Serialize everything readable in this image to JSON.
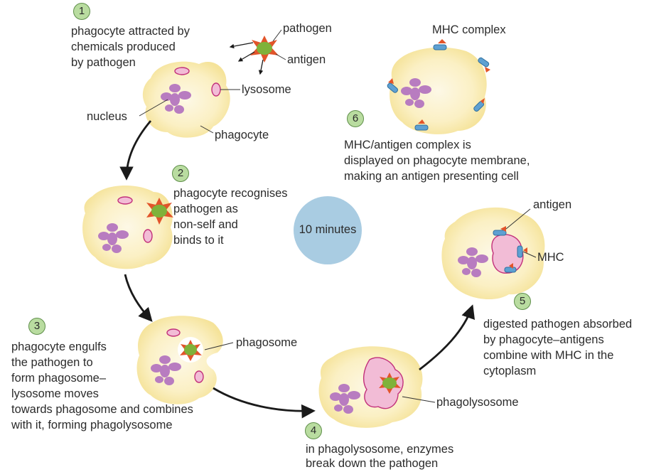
{
  "colors": {
    "cell_fill": "#fbf0bf",
    "cell_inner": "#fdf8e3",
    "nucleus": "#b87cc0",
    "lysosome_fill": "#f2bcd6",
    "lysosome_stroke": "#c2307a",
    "pathogen": "#7fb23a",
    "antigen": "#e2542a",
    "mhc": "#5ea0d2",
    "step_badge": "#b9dca0",
    "timer_circle": "#a9cce2",
    "arrow": "#1a1a1a"
  },
  "steps": [
    {
      "number": "1",
      "text": [
        "phagocyte attracted by",
        "chemicals produced",
        "by pathogen"
      ]
    },
    {
      "number": "2",
      "text": [
        "phagocyte recognises",
        "pathogen as",
        "non-self and",
        "binds to it"
      ]
    },
    {
      "number": "3",
      "text": [
        "phagocyte engulfs",
        "the pathogen to",
        "form phagosome–",
        "lysosome moves",
        "towards phagosome and combines",
        "with it, forming phagolysosome"
      ]
    },
    {
      "number": "4",
      "text": [
        "in phagolysosome, enzymes",
        "break down the pathogen"
      ]
    },
    {
      "number": "5",
      "text": [
        "digested pathogen absorbed",
        "by phagocyte–antigens",
        "combine with MHC in the",
        "cytoplasm"
      ]
    },
    {
      "number": "6",
      "text": [
        "MHC/antigen complex is",
        "displayed on phagocyte membrane,",
        "making an antigen presenting cell"
      ]
    }
  ],
  "labels": {
    "pathogen": "pathogen",
    "antigen1": "antigen",
    "lysosome": "lysosome",
    "nucleus": "nucleus",
    "phagocyte": "phagocyte",
    "phagosome": "phagosome",
    "phagolysosome": "phagolysosome",
    "mhc_complex": "MHC complex",
    "antigen5": "antigen",
    "mhc5": "MHC"
  },
  "timer": "10 minutes"
}
